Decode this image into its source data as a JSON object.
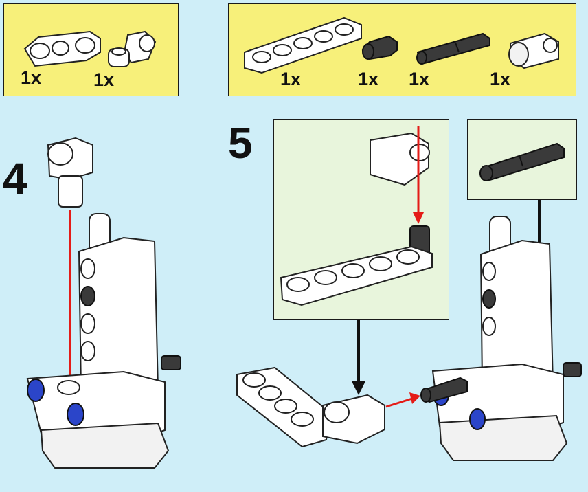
{
  "parts_lists": [
    {
      "items": [
        {
          "qty": "1x"
        },
        {
          "qty": "1x"
        }
      ]
    },
    {
      "items": [
        {
          "qty": "1x"
        },
        {
          "qty": "1x"
        },
        {
          "qty": "1x"
        },
        {
          "qty": "1x"
        }
      ]
    }
  ],
  "steps": [
    {
      "number": "4"
    },
    {
      "number": "5"
    }
  ],
  "colors": {
    "background": "#cfeef8",
    "parts_box": "#f7f07a",
    "callout": "#e8f5dc",
    "arrow_red": "#e41b17",
    "arrow_black": "#111111",
    "axle_pin_blue": "#2b45c9"
  },
  "parts": [
    "lift-arm-icon",
    "pin-connector-icon",
    "beam-icon",
    "dark-pin-icon",
    "axle-pin-icon",
    "axle-connector-icon"
  ]
}
